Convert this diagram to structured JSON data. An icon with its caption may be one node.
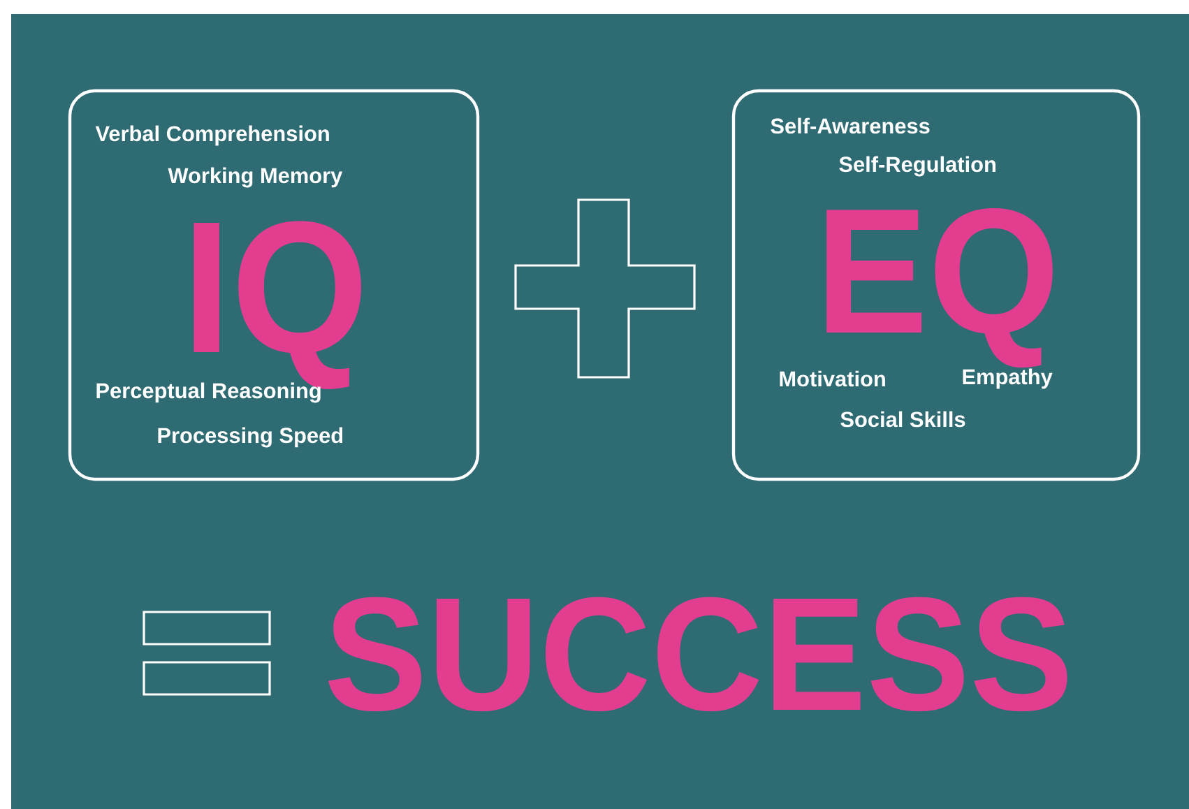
{
  "diagram": {
    "nodes": [
      {
        "text": [
          "Verbal Comprehension",
          "Working Memory",
          "IQ",
          "Perceptual Reasoning",
          "Processing Speed"
        ]
      },
      {
        "text": [],
        "shape": "cross"
      },
      {
        "text": [
          "Self-Awareness",
          "Self-Regulation",
          "EQ",
          "Motivation",
          "Empathy",
          "Social Skills"
        ]
      },
      {
        "text": [],
        "shape": "equals"
      }
    ],
    "labels": [
      "SUCCESS"
    ]
  }
}
